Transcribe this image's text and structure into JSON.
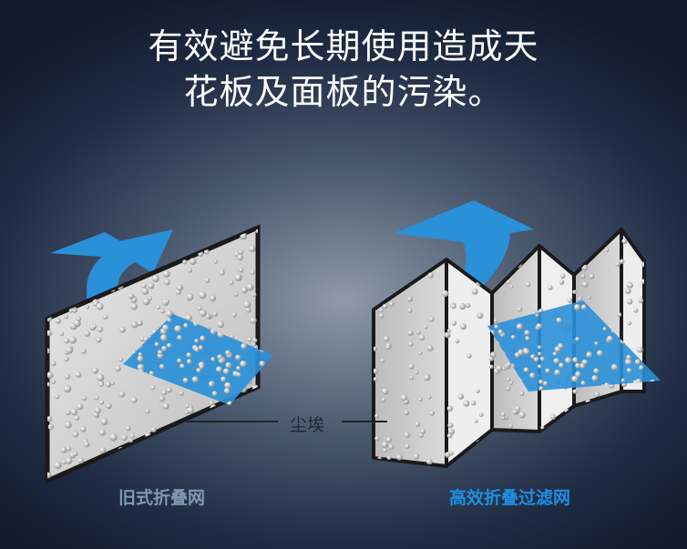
{
  "headline": {
    "line1": "有效避免长期使用造成天",
    "line2": "花板及面板的污染。"
  },
  "labels": {
    "dust": "尘埃",
    "old_filter": "旧式折叠网",
    "new_filter": "高效折叠过滤网"
  },
  "colors": {
    "arrow_blue": "#2a90d8",
    "old_caption": "#7f98b2",
    "new_caption": "#1e8fe0",
    "panel_edge": "#1a1a1a"
  },
  "icons": {
    "airflow": "airflow-arrow-icon",
    "dust": "dust-particle-icon"
  }
}
